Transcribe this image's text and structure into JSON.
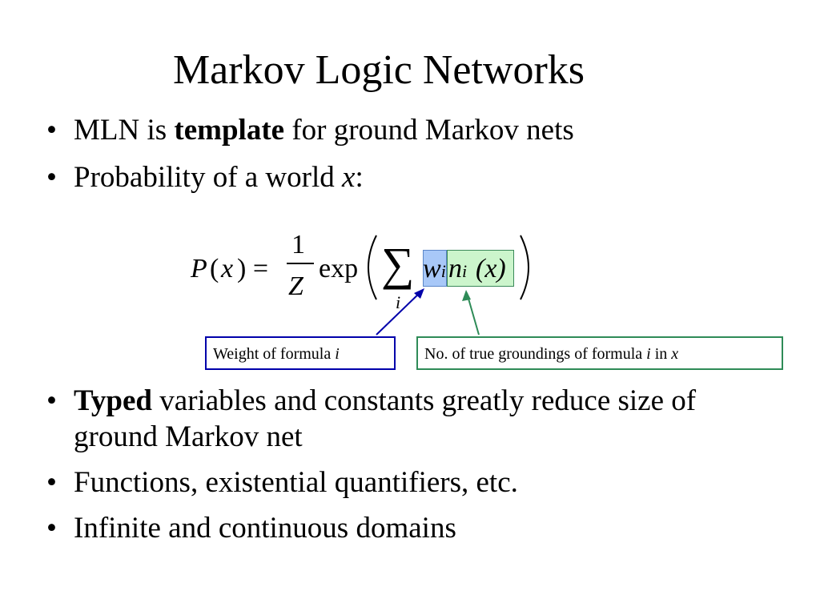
{
  "slide": {
    "title": "Markov Logic Networks"
  },
  "bullets_top": [
    {
      "before": "MLN is ",
      "bold": "template",
      "after": " for ground Markov nets"
    },
    {
      "before": "Probability of a world ",
      "italic": "x",
      "after": ":"
    }
  ],
  "formula": {
    "P": "P",
    "lparen_x": "(",
    "x": "x",
    "rparen_eq": ") =",
    "numerator": "1",
    "denominator": "Z",
    "exp": "exp",
    "sum_symbol": "∑",
    "sum_index": "i",
    "w": "w",
    "w_sub": "i",
    "n": "n",
    "n_sub": "i",
    "n_arg": "(x)"
  },
  "callouts": {
    "weight": {
      "text": "Weight of formula ",
      "italic": "i"
    },
    "groundings": {
      "text": "No. of true groundings of formula ",
      "italic1": "i",
      "middle": " in ",
      "italic2": "x"
    }
  },
  "bullets_bottom": [
    {
      "bold": "Typed",
      "after": " variables and constants greatly reduce size of ground Markov net"
    },
    {
      "text": "Functions, existential quantifiers, etc."
    },
    {
      "text": "Infinite and continuous domains"
    }
  ],
  "bullet_glyph": "•",
  "colors": {
    "weight_highlight": "#a8c8f8",
    "count_highlight": "#ccf5cc",
    "weight_arrow": "#0000aa",
    "count_arrow": "#2e8b57"
  }
}
